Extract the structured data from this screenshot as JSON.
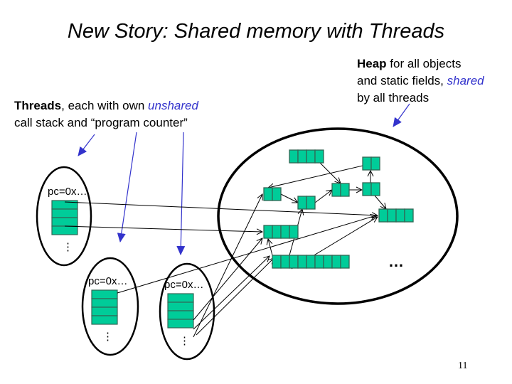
{
  "slide": {
    "title": "New Story: Shared memory with Threads",
    "page_number": "11"
  },
  "heap_label": {
    "bold": "Heap",
    "line1_rest": " for all objects",
    "line2_a": "and static fields, ",
    "line2_em": "shared",
    "line3": "by all threads"
  },
  "threads_label": {
    "bold": "Threads",
    "line1_rest": ", each with own ",
    "line1_em": "unshared",
    "line2": "call stack and “program counter”"
  },
  "threads": [
    {
      "pc": "pc=0x…",
      "frames": 4,
      "more": "⋮"
    },
    {
      "pc": "pc=0x…",
      "frames": 4,
      "more": "⋮"
    },
    {
      "pc": "pc=0x…",
      "frames": 4,
      "more": "⋮"
    }
  ],
  "heap": {
    "more_objects": "…",
    "objects": [
      {
        "id": "A",
        "fields": 4
      },
      {
        "id": "B",
        "fields": 2
      },
      {
        "id": "C",
        "fields": 2
      },
      {
        "id": "D",
        "fields": 2
      },
      {
        "id": "E",
        "fields": 2
      },
      {
        "id": "F",
        "fields": 2
      },
      {
        "id": "G",
        "fields": 4
      },
      {
        "id": "H",
        "fields": 4
      },
      {
        "id": "I",
        "fields": 9
      }
    ]
  },
  "colors": {
    "object_fill": "#00cc99",
    "object_stroke": "#336655",
    "annotation_arrow": "#3333cc",
    "emphasis_text": "#3333cc",
    "outline": "#000000"
  }
}
